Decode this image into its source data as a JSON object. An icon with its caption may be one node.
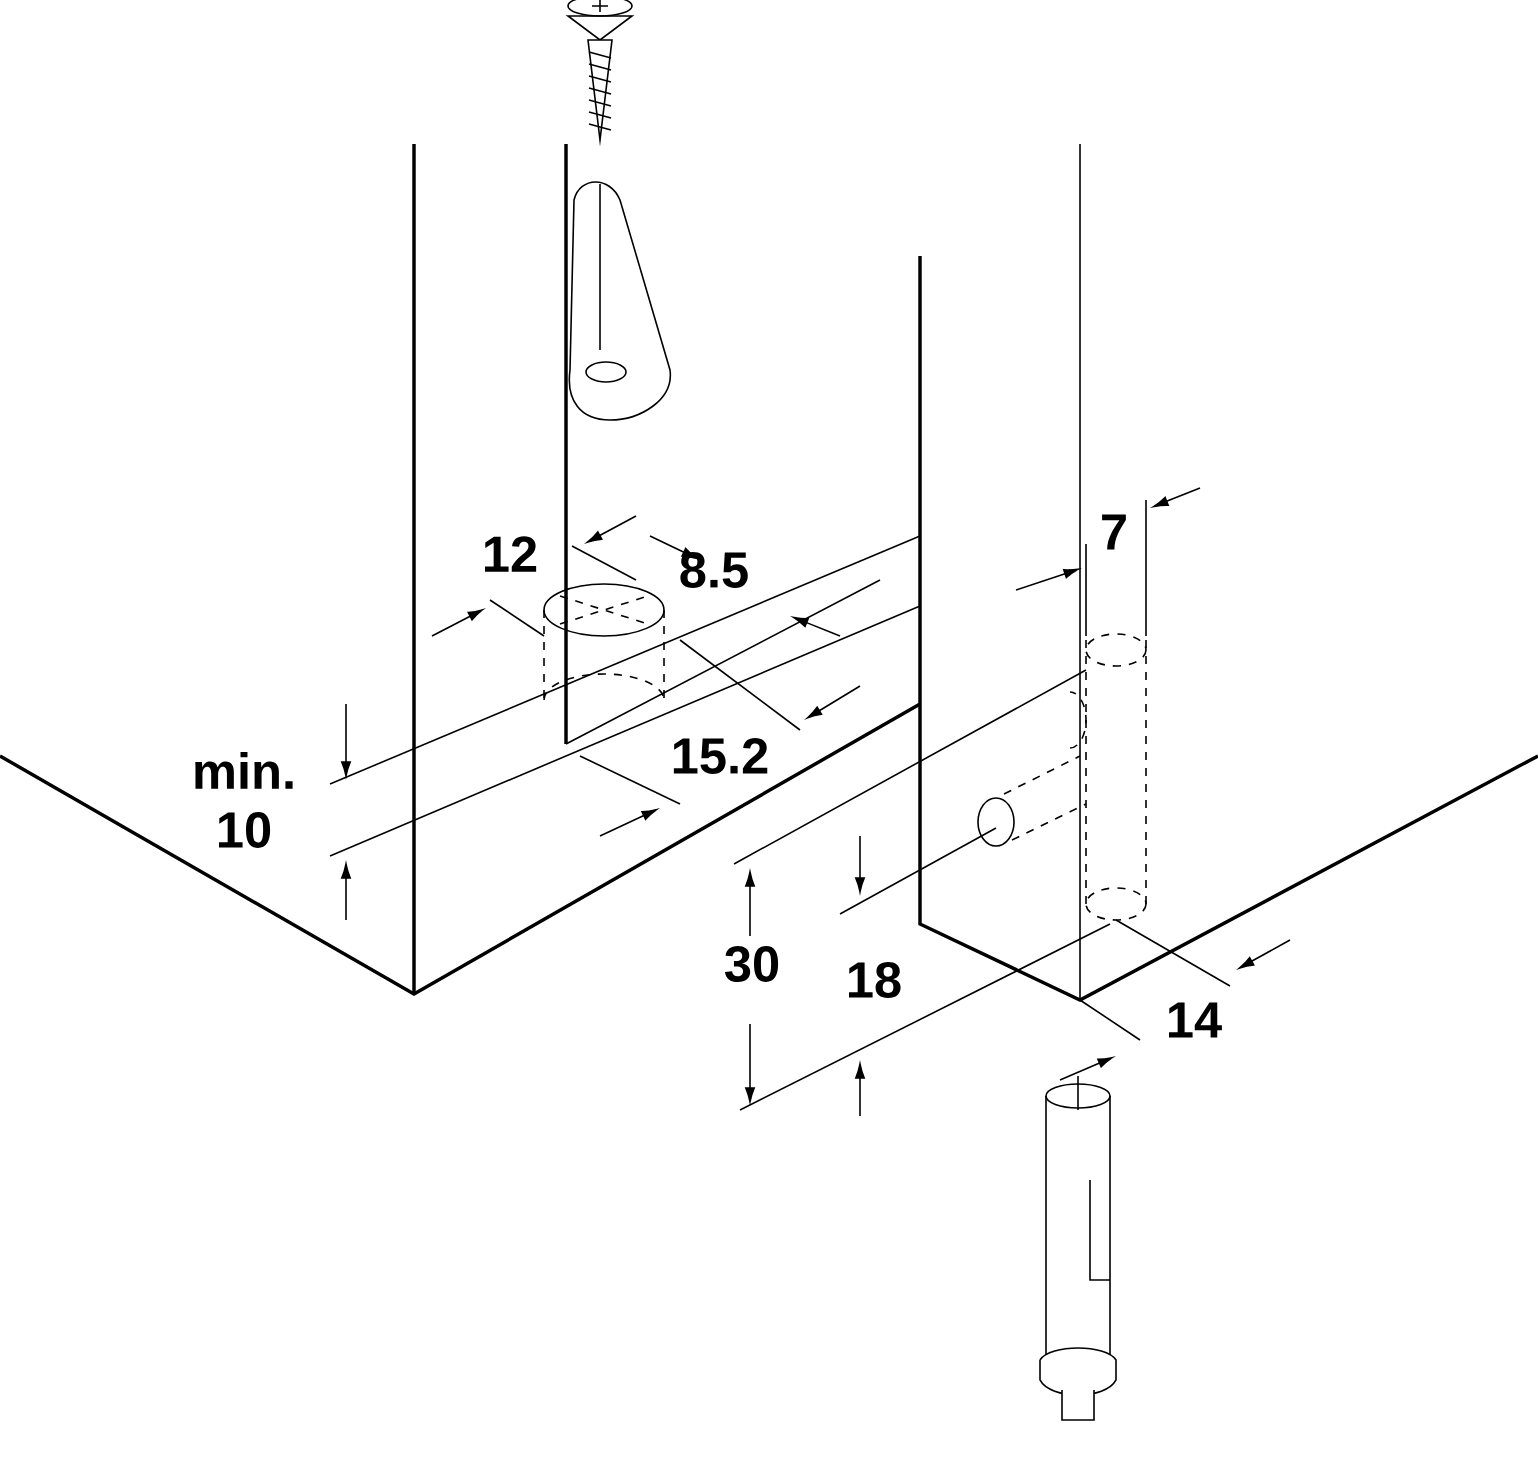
{
  "diagram": {
    "labels": [
      "12",
      "8.5",
      "min. 10",
      "15.2",
      "7",
      "30",
      "18",
      "14"
    ]
  }
}
